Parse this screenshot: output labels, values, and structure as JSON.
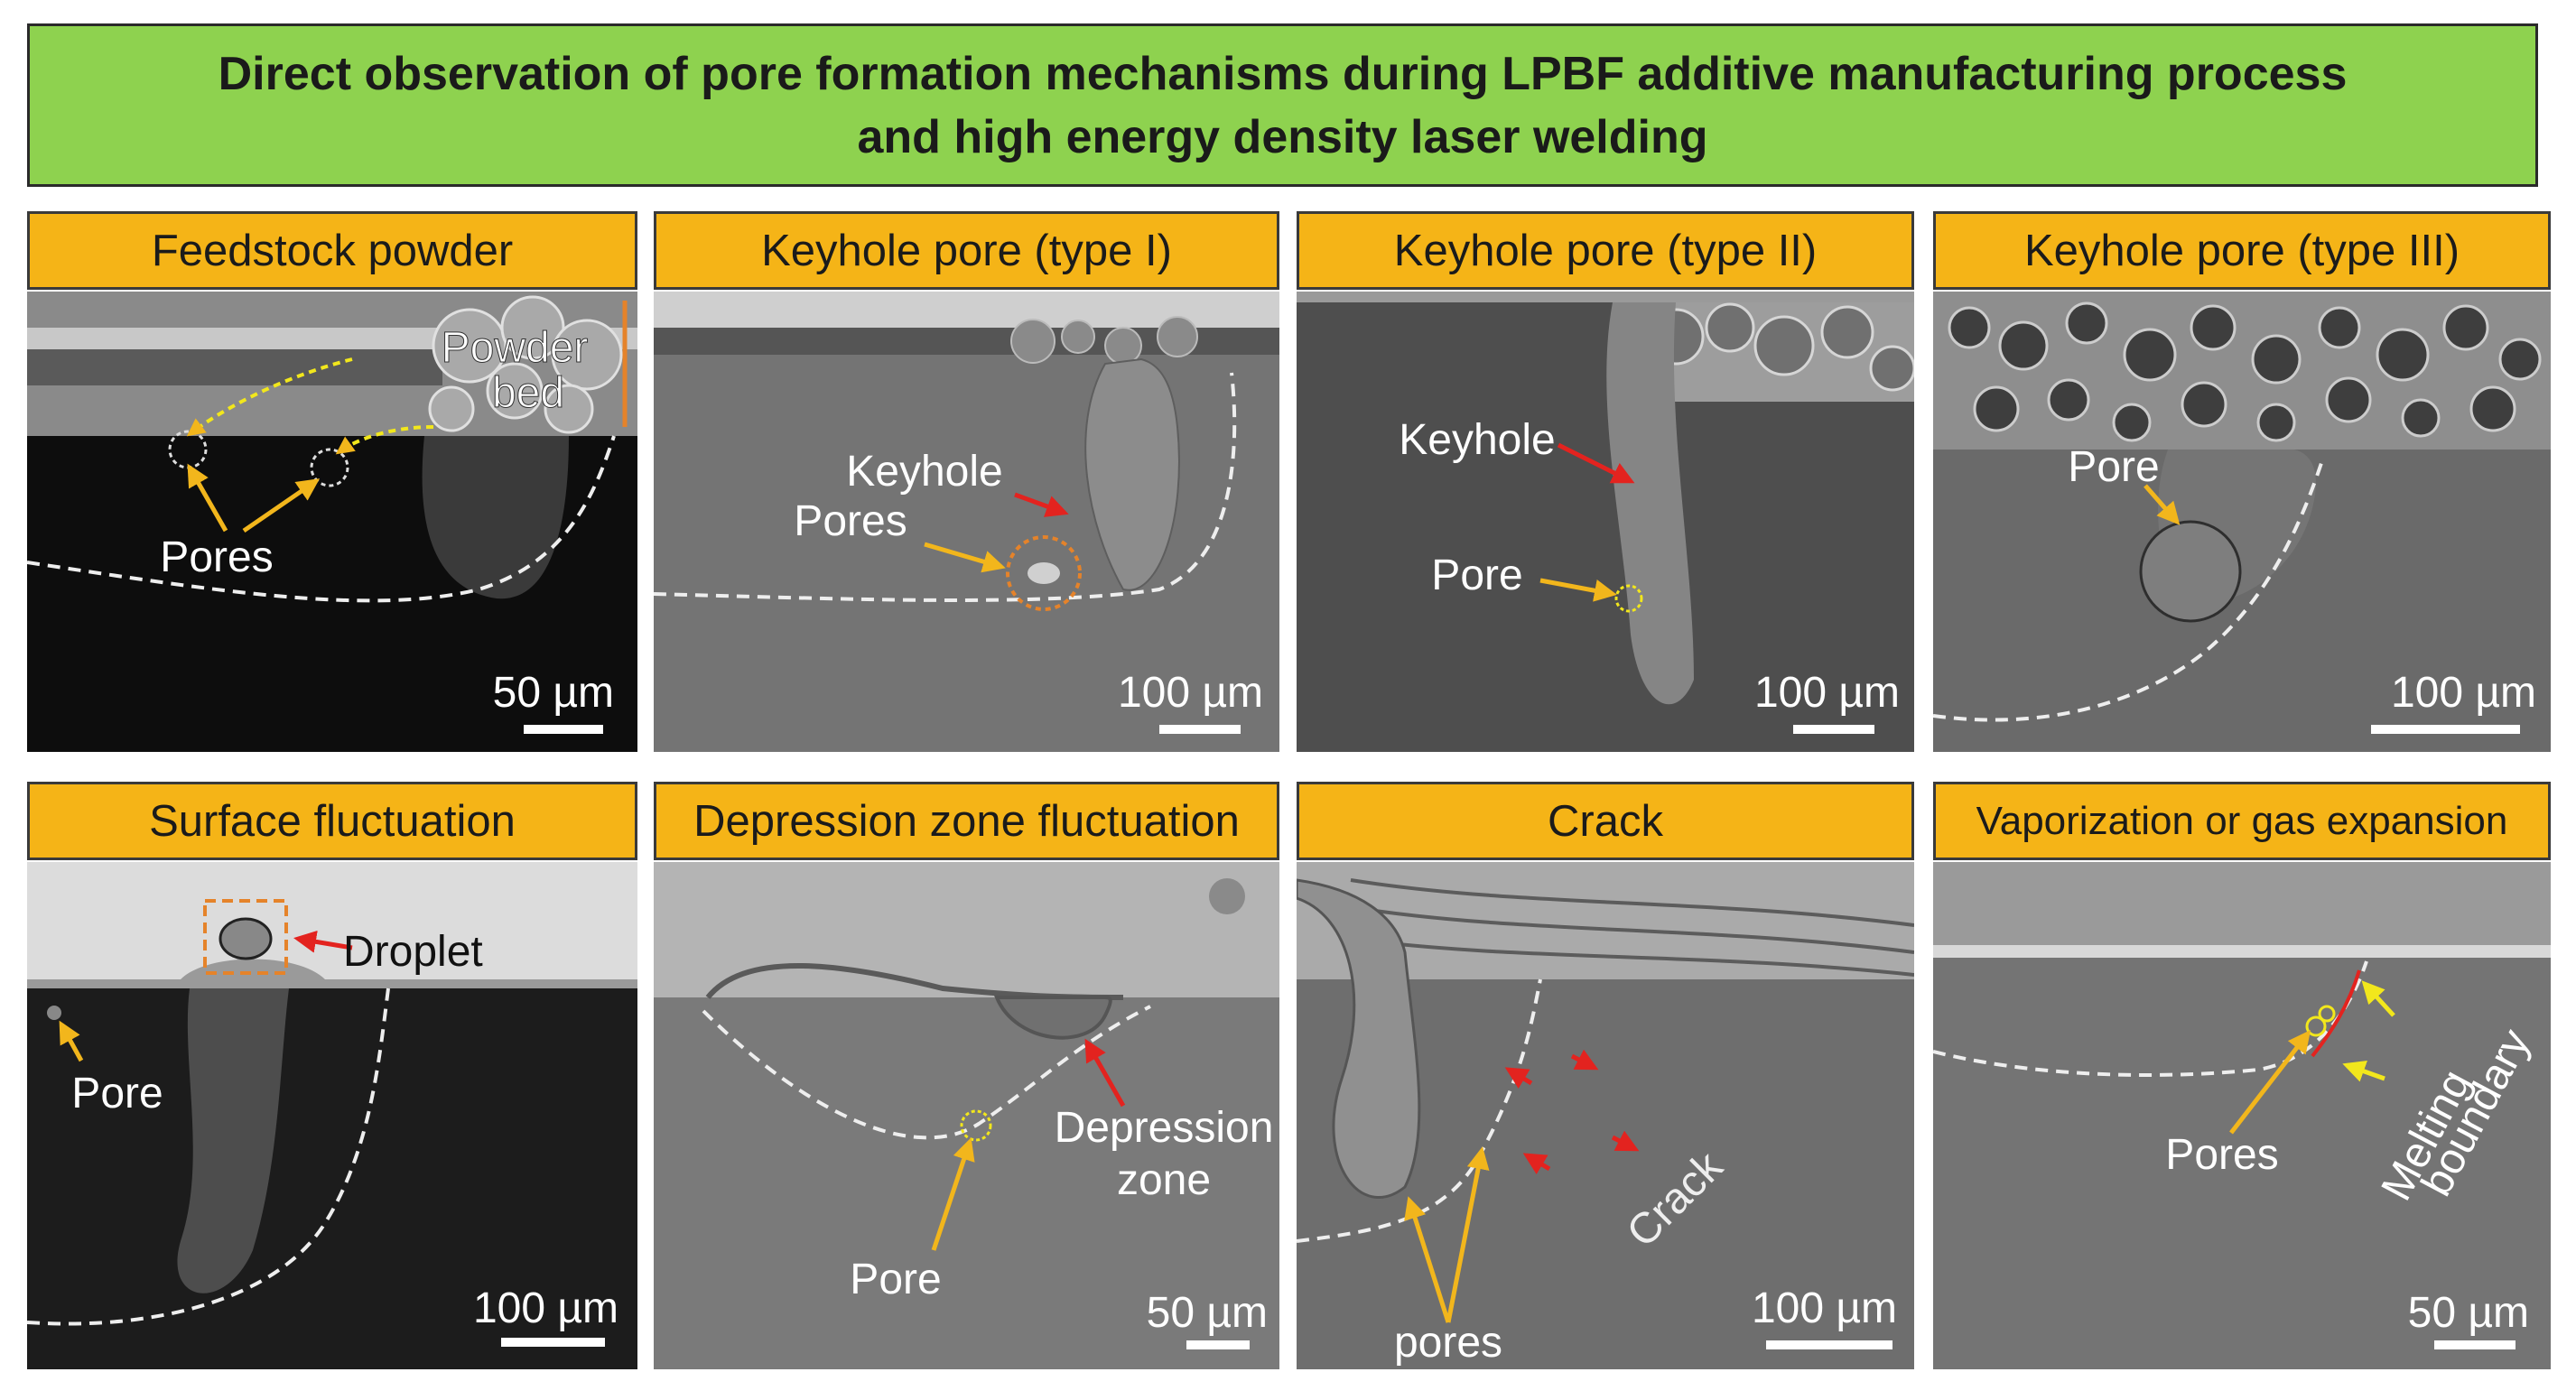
{
  "title": {
    "line1": "Direct observation of pore formation mechanisms during LPBF additive manufacturing process",
    "line2": "and high energy density laser welding"
  },
  "colors": {
    "banner": "#8ed24f",
    "header": "#f5b417",
    "arrow_yellow": "#f2b61c",
    "arrow_red": "#e3231f",
    "bracket_orange": "#e5832a"
  },
  "panels": [
    {
      "title": "Feedstock powder",
      "scale": "50 µm",
      "labels": [
        "Powder",
        "bed",
        "Pores"
      ]
    },
    {
      "title": "Keyhole pore (type I)",
      "scale": "100 µm",
      "labels": [
        "Keyhole",
        "Pores"
      ]
    },
    {
      "title": "Keyhole pore (type II)",
      "scale": "100 µm",
      "labels": [
        "Keyhole",
        "Pore"
      ]
    },
    {
      "title": "Keyhole pore (type III)",
      "scale": "100 µm",
      "labels": [
        "Pore"
      ]
    },
    {
      "title": "Surface fluctuation",
      "scale": "100 µm",
      "labels": [
        "Droplet",
        "Pore"
      ]
    },
    {
      "title": "Depression zone fluctuation",
      "scale": "50 µm",
      "labels": [
        "Depression",
        "zone",
        "Pore"
      ]
    },
    {
      "title": "Crack",
      "scale": "100 µm",
      "labels": [
        "Crack",
        "pores"
      ]
    },
    {
      "title": "Vaporization or gas expansion",
      "scale": "50 µm",
      "labels": [
        "Pores",
        "Melting",
        "boundary"
      ]
    }
  ]
}
